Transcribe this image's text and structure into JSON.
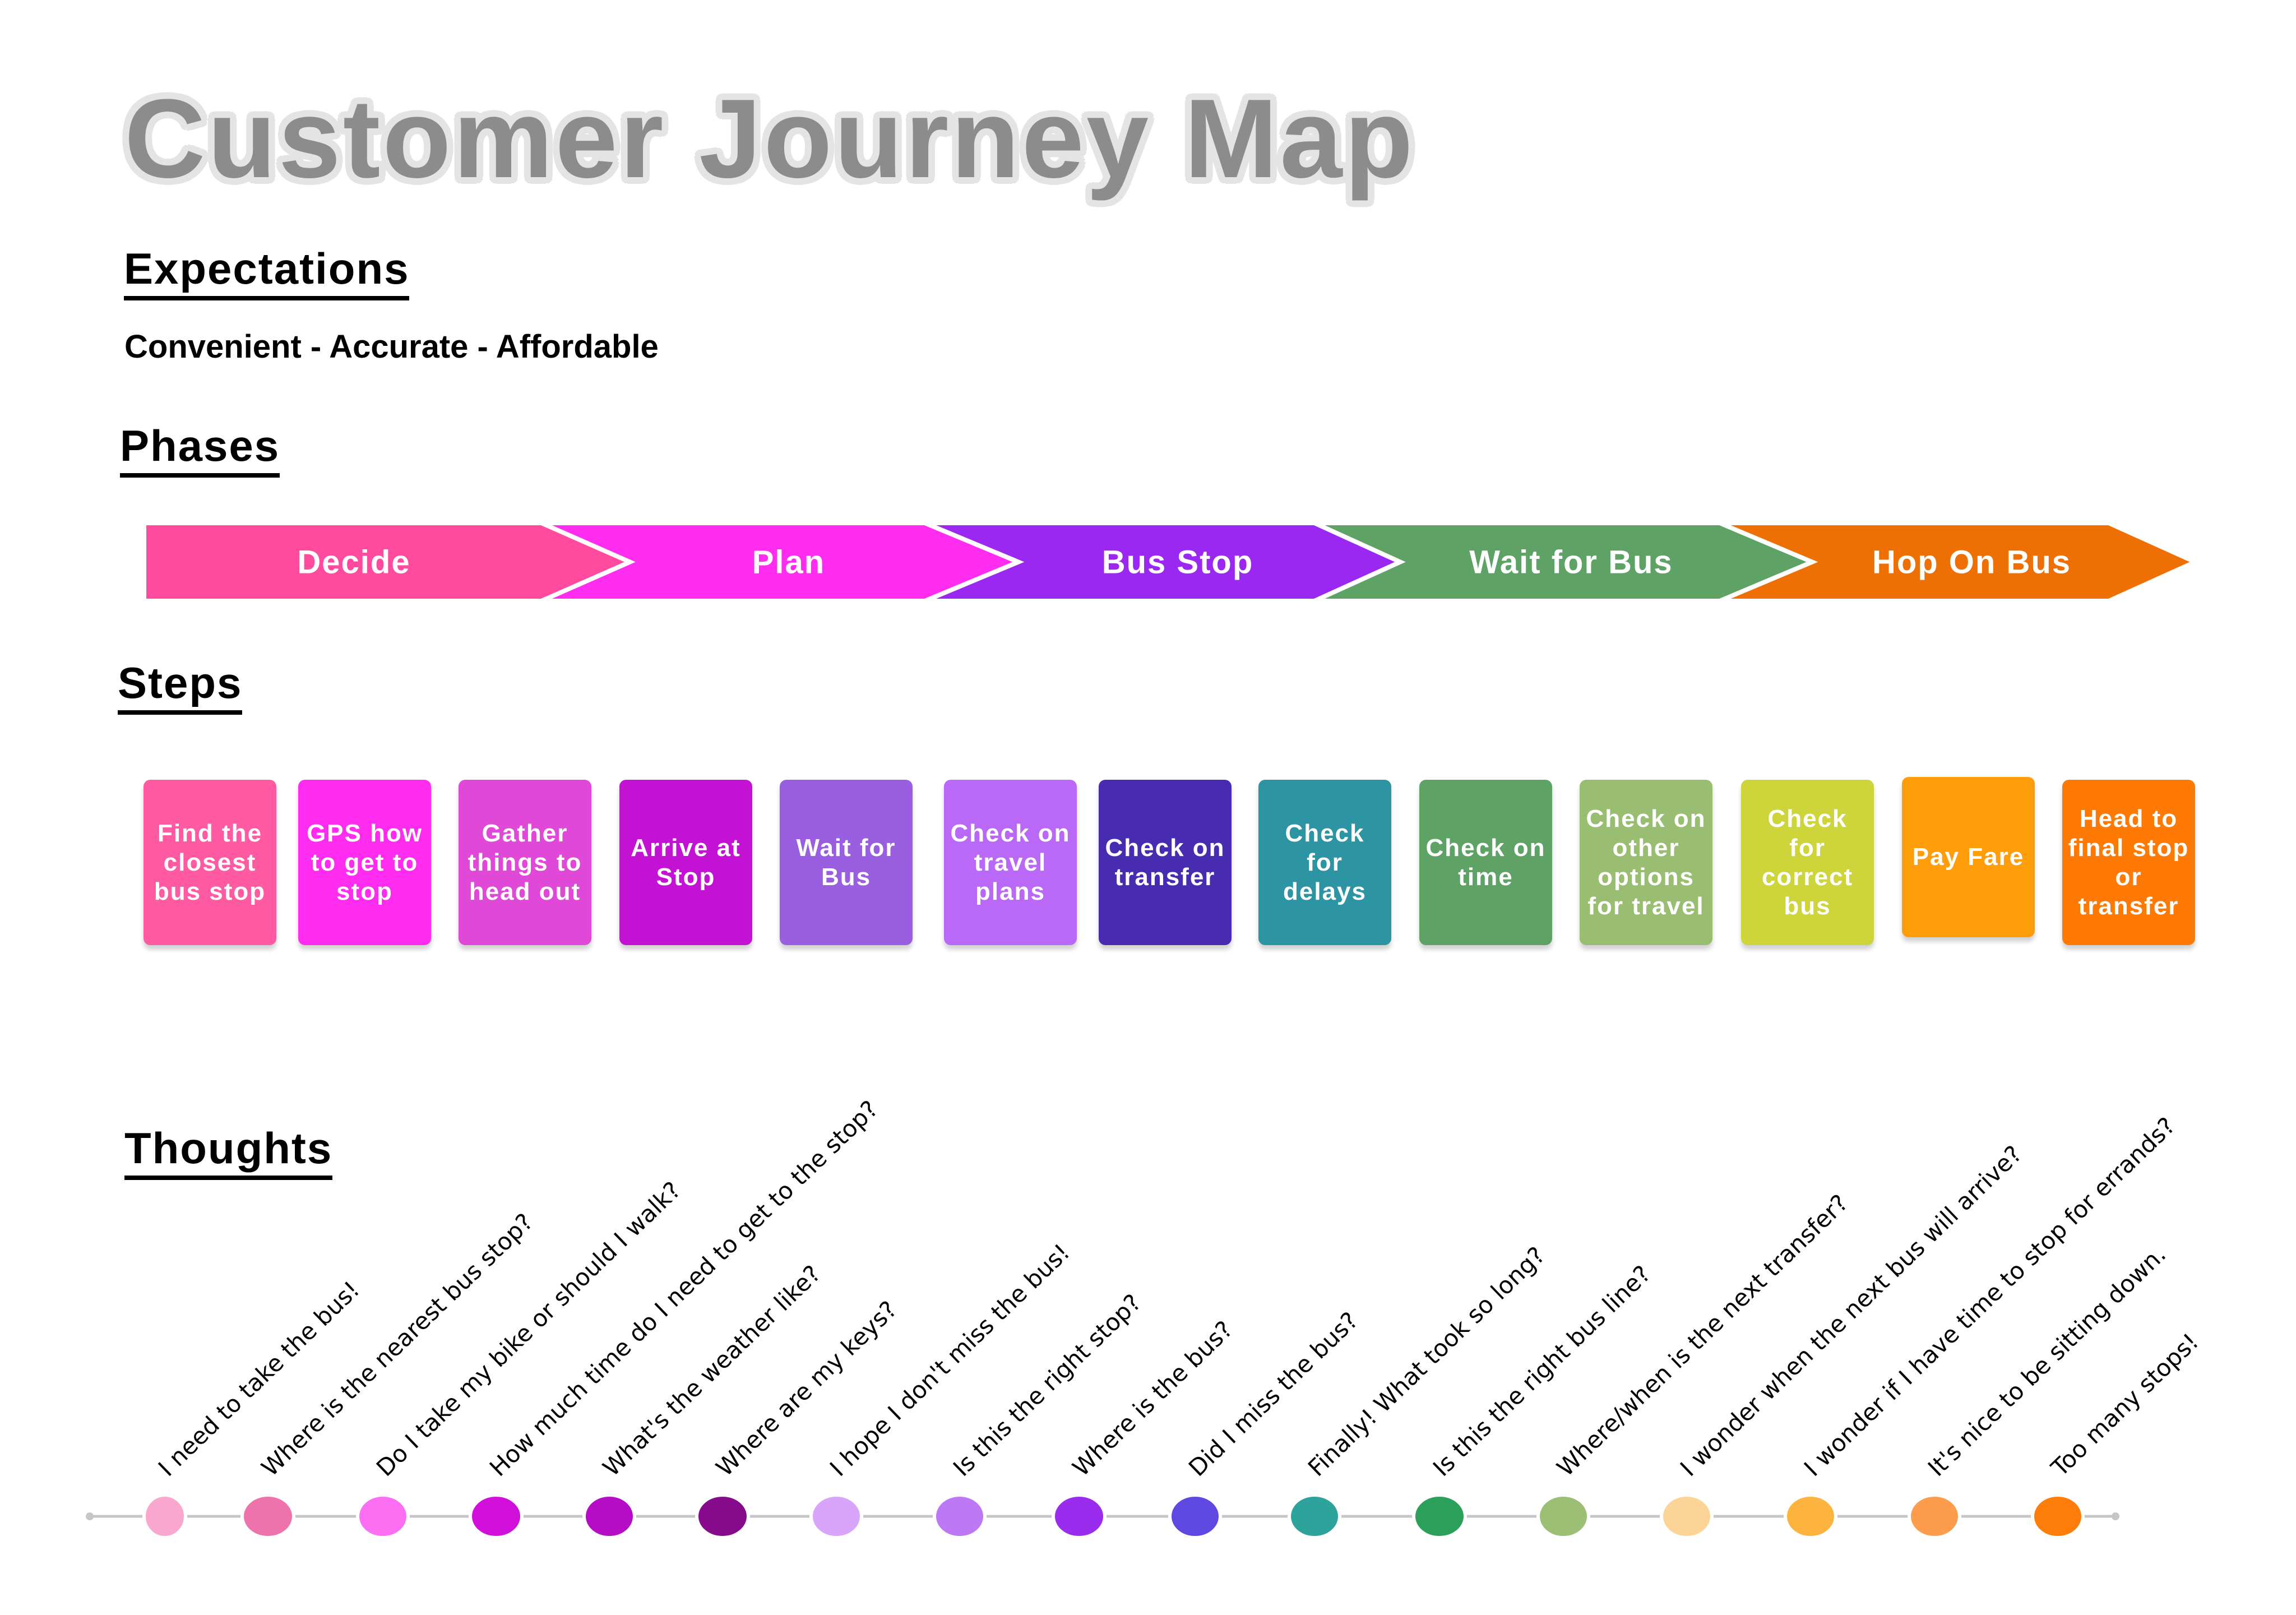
{
  "title": "Customer Journey Map",
  "expectations": {
    "heading": "Expectations",
    "text": "Convenient - Accurate - Affordable"
  },
  "phases": {
    "heading": "Phases",
    "items": [
      {
        "label": "Decide",
        "color": "#ff4a9e"
      },
      {
        "label": "Plan",
        "color": "#ff2cef"
      },
      {
        "label": "Bus Stop",
        "color": "#9a28f0"
      },
      {
        "label": "Wait for Bus",
        "color": "#5fa266"
      },
      {
        "label": "Hop On Bus",
        "color": "#ee6f03"
      }
    ]
  },
  "steps": {
    "heading": "Steps",
    "items": [
      {
        "label": "Find the closest bus stop",
        "color": "#ff5aa2"
      },
      {
        "label": "GPS how to get to stop",
        "color": "#ff2cef"
      },
      {
        "label": "Gather things to head out",
        "color": "#e048d8"
      },
      {
        "label": "Arrive at Stop",
        "color": "#c312d4"
      },
      {
        "label": "Wait for Bus",
        "color": "#9a5fe0"
      },
      {
        "label": "Check on travel plans",
        "color": "#b968f7"
      },
      {
        "label": "Check on transfer",
        "color": "#472bb1"
      },
      {
        "label": "Check for delays",
        "color": "#2c94a2"
      },
      {
        "label": "Check on time",
        "color": "#5fa266"
      },
      {
        "label": "Check on other options for travel",
        "color": "#99be72"
      },
      {
        "label": "Check for correct bus",
        "color": "#cdd53a"
      },
      {
        "label": "Pay Fare",
        "color": "#ff9d0a"
      },
      {
        "label": "Head to final stop or transfer",
        "color": "#ff7a05"
      }
    ]
  },
  "thoughts": {
    "heading": "Thoughts",
    "items": [
      {
        "text": "I need to take the bus!",
        "color": "#f9a7cf"
      },
      {
        "text": "Where is the nearest bus stop?",
        "color": "#ee73ac"
      },
      {
        "text": "Do I take my bike or should I walk?",
        "color": "#fc6ff2"
      },
      {
        "text": "How much time do I need to get to the stop?",
        "color": "#d10fdb"
      },
      {
        "text": "What's the weather like?",
        "color": "#b50cc6"
      },
      {
        "text": "Where are my keys?",
        "color": "#850b8c"
      },
      {
        "text": "I hope I don't miss the bus!",
        "color": "#d8a5fb"
      },
      {
        "text": "Is this the right stop?",
        "color": "#bd78f4"
      },
      {
        "text": "Where is the bus?",
        "color": "#9a2cee"
      },
      {
        "text": "Did I miss the bus?",
        "color": "#5f48e1"
      },
      {
        "text": "Finally! What took so long?",
        "color": "#2da39c"
      },
      {
        "text": "Is this the right bus line?",
        "color": "#2aa05a"
      },
      {
        "text": "Where/when is the next transfer?",
        "color": "#9cbf76"
      },
      {
        "text": "I wonder when the next bus will arrive?",
        "color": "#fdd497"
      },
      {
        "text": "I wonder if I have time to stop for errands?",
        "color": "#fdb43f"
      },
      {
        "text": "It's nice to be sitting down.",
        "color": "#fe9c4d"
      },
      {
        "text": "Too many stops!",
        "color": "#fe7c0a"
      }
    ],
    "timeline_color": "#c6c6c6"
  }
}
